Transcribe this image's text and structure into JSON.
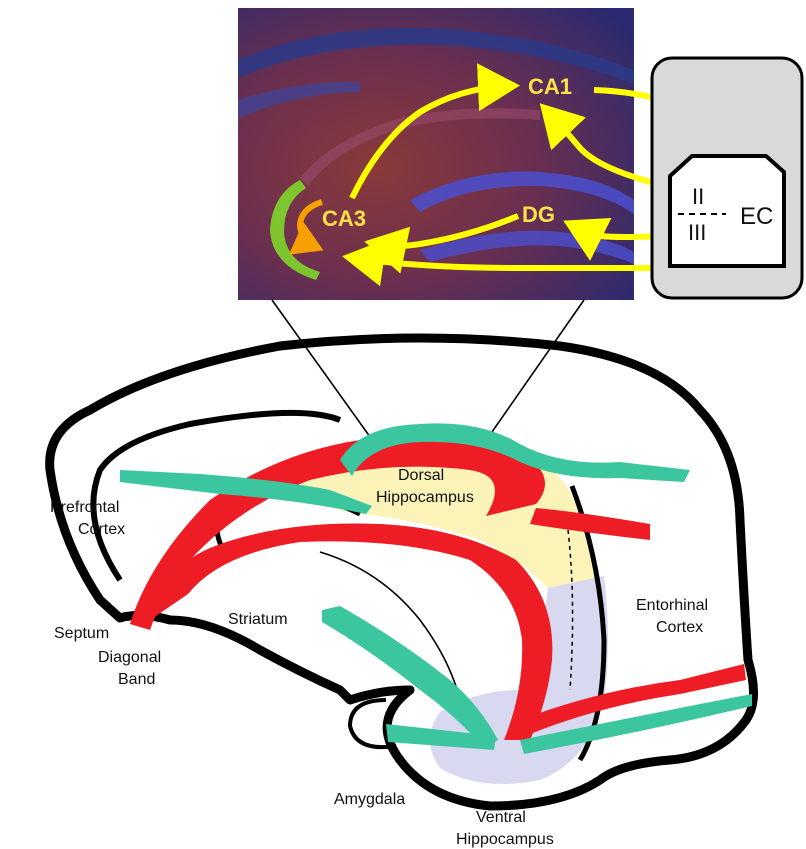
{
  "microscopy": {
    "regions": {
      "ca1": "CA1",
      "ca3": "CA3",
      "dg": "DG"
    }
  },
  "ec_box": {
    "label": "EC",
    "layer_upper": "II",
    "layer_lower": "III"
  },
  "brain_labels": {
    "prefrontal_cortex_line1": "Prefrontal",
    "prefrontal_cortex_line2": "Cortex",
    "septum": "Septum",
    "diagonal_band_line1": "Diagonal",
    "diagonal_band_line2": "Band",
    "striatum": "Striatum",
    "amygdala": "Amygdala",
    "dorsal_hippocampus_line1": "Dorsal",
    "dorsal_hippocampus_line2": "Hippocampus",
    "ventral_hippocampus_line1": "Ventral",
    "ventral_hippocampus_line2": "Hippocampus",
    "entorhinal_cortex_line1": "Entorhinal",
    "entorhinal_cortex_line2": "Cortex"
  },
  "colors": {
    "pathway_red": "#ee1c24",
    "pathway_teal": "#3cc6a0",
    "arrow_yellow": "#ffff00",
    "arrow_orange": "#f5a000",
    "dorsal_fill": "#fbf3b8",
    "ventral_fill": "#d8d8f0",
    "ec_panel": "#d9d9d9",
    "outline": "#000000"
  }
}
